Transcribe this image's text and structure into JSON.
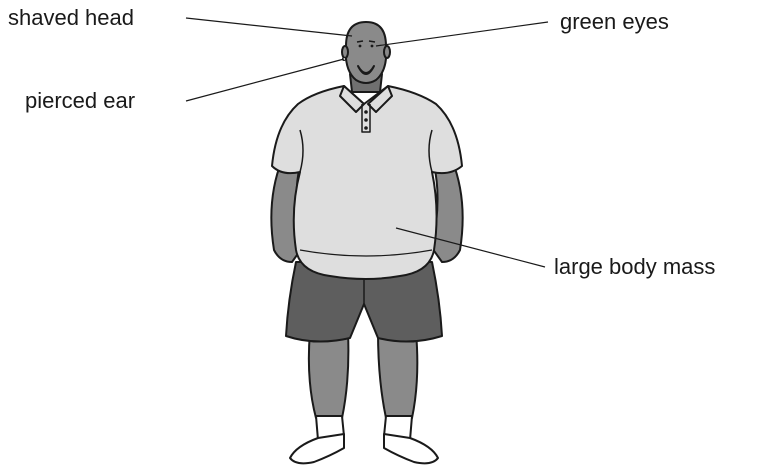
{
  "labels": {
    "shaved_head": "shaved head",
    "green_eyes": "green eyes",
    "pierced_ear": "pierced ear",
    "large_body_mass": "large body mass"
  },
  "colors": {
    "skin": "#8a8a8a",
    "skin_shadow": "#707070",
    "shirt": "#dedede",
    "shorts": "#5e5e5e",
    "socks": "#ffffff",
    "outline": "#1a1a1a"
  }
}
